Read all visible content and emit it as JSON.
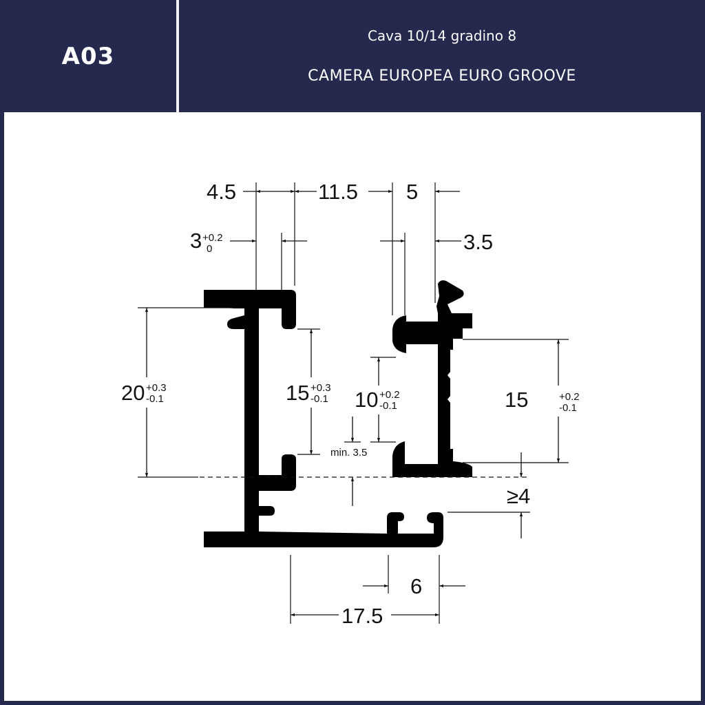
{
  "header": {
    "code": "A03",
    "subtitle": "Cava 10/14 gradino 8",
    "title": "CAMERA EUROPEA EURO GROOVE"
  },
  "colors": {
    "frame": "#24294d",
    "background": "#ffffff",
    "profile": "#000000",
    "text": "#ffffff"
  },
  "dimensions": {
    "top_left_width": "4.5",
    "top_gap": "11.5",
    "top_right_width": "5",
    "slot_opening": "3",
    "slot_opening_tol_upper": "+0.2",
    "slot_opening_tol_lower": "0",
    "right_lip": "3.5",
    "left_height": "20",
    "left_height_tol_upper": "+0.3",
    "left_height_tol_lower": "-0.1",
    "inner_height": "15",
    "inner_height_tol_upper": "+0.3",
    "inner_height_tol_lower": "-0.1",
    "groove_height": "10",
    "groove_height_tol_upper": "+0.2",
    "groove_height_tol_lower": "-0.1",
    "min_label": "min. 3.5",
    "right_height": "15",
    "right_height_tol_upper": "+0.2",
    "right_height_tol_lower": "-0.1",
    "step": "≥4",
    "bottom_slot": "6",
    "bottom_width": "17.5"
  }
}
